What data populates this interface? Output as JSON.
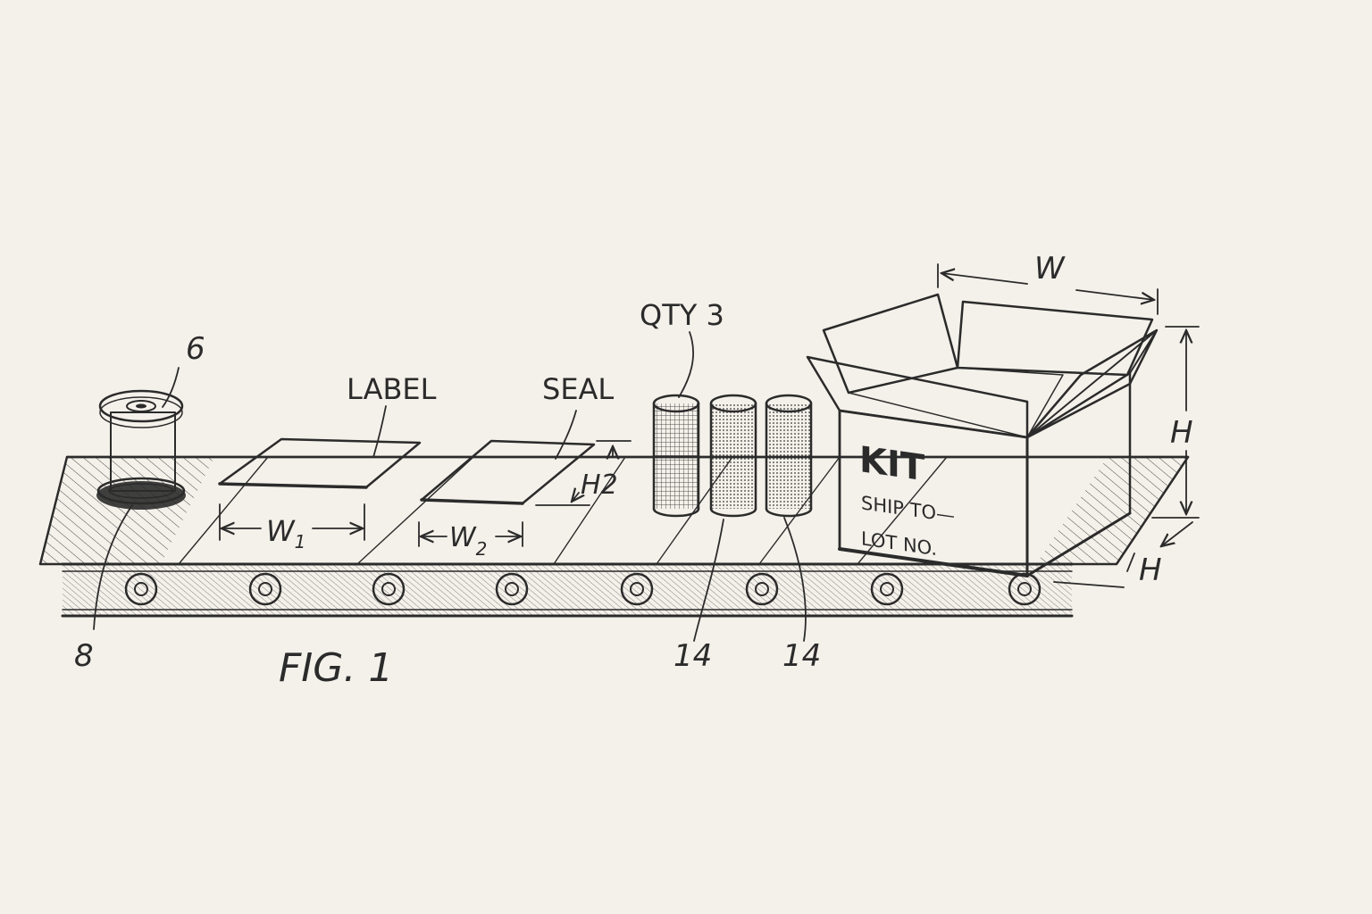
{
  "figure": {
    "caption": "FIG. 1",
    "labels": {
      "spool_ref": "6",
      "base_ref": "8",
      "label_text": "LABEL",
      "seal_text": "SEAL",
      "qty_text": "QTY 3",
      "width_w1": "W",
      "width_w1_sub": "1",
      "width_w2": "W",
      "width_w2_sub": "2",
      "height_h2": "H2",
      "cylinder_ref_a": "14",
      "cylinder_ref_b": "14",
      "box_width": "W",
      "box_height": "H",
      "box_depth": "H"
    },
    "box_print": {
      "title": "KIT",
      "line1": "SHIP TO—",
      "line2": "LOT NO."
    }
  },
  "colors": {
    "ink": "#2b2b2b",
    "paper": "#f4f1ea",
    "sheet": "#f7f5ef"
  }
}
